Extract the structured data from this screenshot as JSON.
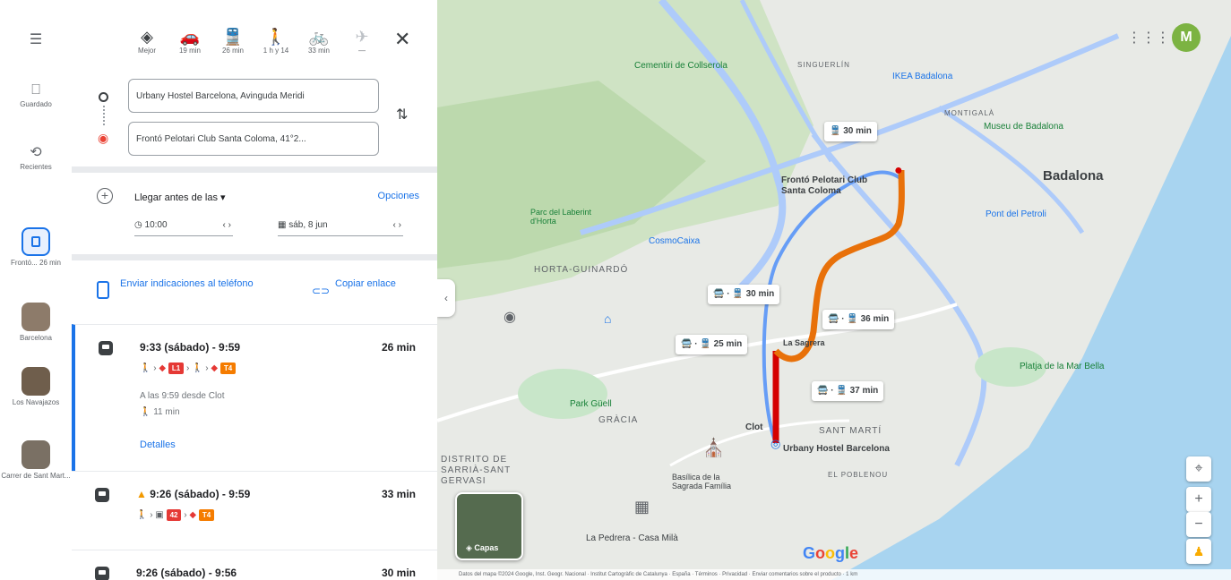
{
  "rail": {
    "menu_icon": "menu-icon",
    "saved": {
      "label": "Guardado"
    },
    "recent": {
      "label": "Recientes"
    },
    "items": [
      {
        "label": "Frontó... 26 min",
        "color": "#1a73e8"
      },
      {
        "label": "Barcelona",
        "color": "#8d7b6a"
      },
      {
        "label": "Los Navajazos",
        "color": "#6f5e4c"
      },
      {
        "label": "Carrer de Sant Mart...",
        "color": "#7a7064"
      }
    ]
  },
  "modes": [
    {
      "label": "Mejor",
      "icon": "◈",
      "name": "best"
    },
    {
      "label": "19 min",
      "icon": "🚗",
      "name": "car"
    },
    {
      "label": "26 min",
      "icon": "🚆",
      "name": "transit",
      "active": true
    },
    {
      "label": "1 h y 14",
      "icon": "🚶",
      "name": "walk"
    },
    {
      "label": "33 min",
      "icon": "🚲",
      "name": "bike"
    },
    {
      "label": "—",
      "icon": "✈",
      "name": "flight"
    }
  ],
  "close_label": "✕",
  "origin": {
    "value": "Urbany Hostel Barcelona, Avinguda Meridi"
  },
  "destination": {
    "value": "Frontó Pelotari Club Santa Coloma, 41°2..."
  },
  "arrive": {
    "label": "Llegar antes de las ▾",
    "options": "Opciones",
    "time": "10:00",
    "date": "sáb, 8 jun"
  },
  "send": {
    "label": "Enviar indicaciones al teléfono",
    "copy": "Copiar enlace"
  },
  "routes": [
    {
      "times": "9:33 (sábado) - 9:59",
      "duration": "26 min",
      "l1": "L1",
      "l2": "T4",
      "l1_color": "#e53935",
      "l2_color": "#f57c00",
      "info1": "A las 9:59 desde Clot",
      "info2": "11 min",
      "details": "Detalles"
    },
    {
      "times": "9:26 (sábado) - 9:59",
      "duration": "33 min",
      "l1": "42",
      "l2": "T4",
      "l1_color": "#e53935",
      "l2_color": "#f57c00"
    },
    {
      "times": "9:26 (sábado) - 9:56",
      "duration": "30 min"
    }
  ],
  "map": {
    "labels": {
      "badalona": "Badalona",
      "horta": "HORTA-GUINARDÓ",
      "gracia": "GRÀCIA",
      "sant_marti": "SANT MARTÍ",
      "sarria": "DISTRITO DE SARRIÀ-SANT GERVASI",
      "poblenou": "EL POBLENOU",
      "singuerlin": "SINGUERLÍN",
      "montigala": "MONTIGALÀ",
      "dest": "Frontó Pelotari Club Santa Coloma",
      "origin": "Urbany Hostel Barcelona",
      "clot": "Clot",
      "sagrera": "La Sagrera",
      "sagrada": "Basílica de la Sagrada Família",
      "pedrera": "La Pedrera - Casa Milà",
      "parc_guell": "Park Güell",
      "cementiri": "Cementiri de Collserola",
      "ikea": "IKEA Badalona",
      "museu": "Museu de Badalona",
      "platja": "Platja de la Mar Bella",
      "bonpreu": "Pont del Petroli",
      "labyrinth": "Parc del Laberint d'Horta",
      "cosmo": "CosmoCaixa"
    },
    "chips": {
      "c1": "🚆 30 min",
      "c2": "🚍 · 🚆 30 min",
      "c3": "🚍 · 🚆 36 min",
      "c4": "🚍 · 🚆 25 min",
      "c5": "🚍 · 🚆 37 min"
    },
    "layers_label": "Capas",
    "avatar_letter": "M",
    "google": "Google",
    "footer": "Datos del mapa ©2024 Google, Inst. Geogr. Nacional · Institut Cartogràfic de Catalunya · España · Términos · Privacidad · Enviar comentarios sobre el producto · 1 km"
  }
}
